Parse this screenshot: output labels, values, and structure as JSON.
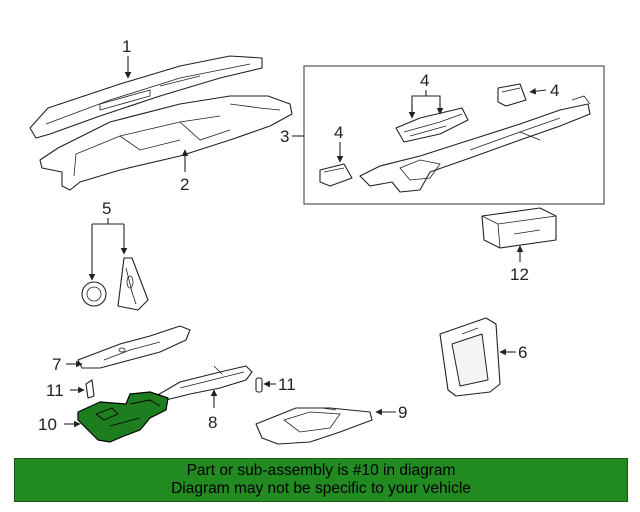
{
  "callouts": {
    "c1": "1",
    "c2": "2",
    "c3": "3",
    "c4a": "4",
    "c4b": "4",
    "c4c": "4",
    "c5": "5",
    "c6": "6",
    "c7": "7",
    "c8": "8",
    "c9": "9",
    "c10": "10",
    "c11a": "11",
    "c11b": "11",
    "c12": "12"
  },
  "highlight_color": "#218a21",
  "banner": {
    "line1": "Part or sub-assembly is #10 in diagram",
    "line2": "Diagram may not be specific to your vehicle"
  }
}
